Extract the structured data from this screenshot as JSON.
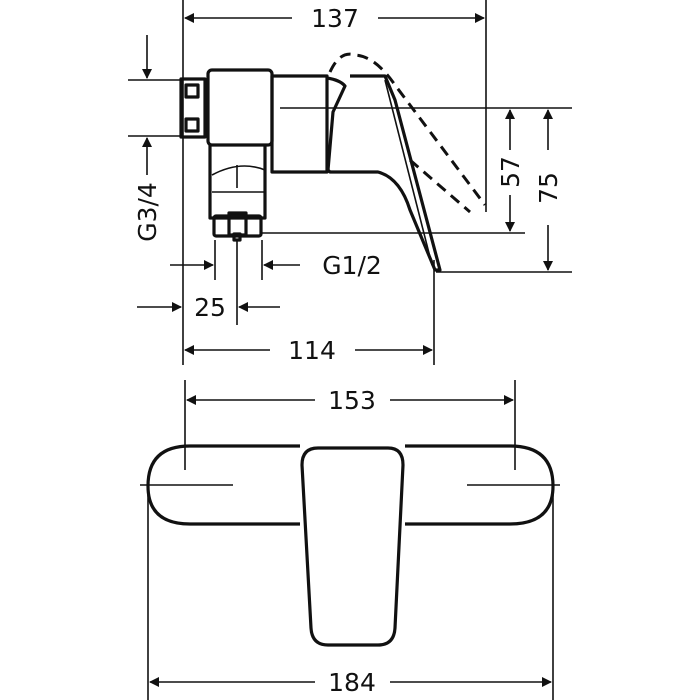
{
  "dimensions": {
    "side_depth_total": "137",
    "inlet_thread": "G3/4",
    "lever_height": "57",
    "total_height": "75",
    "outlet_thread": "G1/2",
    "outlet_offset": "25",
    "spout_projection": "114",
    "plate_inner_width": "153",
    "plate_total_width": "184"
  }
}
